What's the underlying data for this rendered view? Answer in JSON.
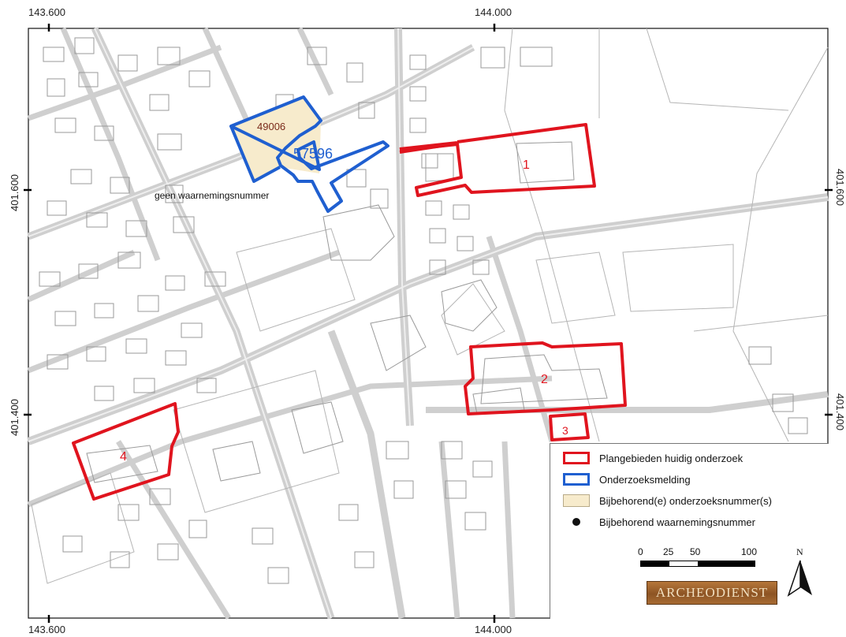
{
  "coordinates": {
    "x_left": "143.600",
    "x_right": "144.000",
    "y_upper": "401.600",
    "y_lower": "401.400"
  },
  "map_labels": {
    "area_1": "1",
    "area_2": "2",
    "area_3": "3",
    "area_4": "4",
    "research_number": "49006",
    "report_number": "57596",
    "no_observation": "geen waarnemingsnummer"
  },
  "legend": {
    "items": [
      {
        "label": "Plangebieden huidig onderzoek",
        "symbol": "red-outline-box",
        "color": "#e0141e"
      },
      {
        "label": "Onderzoeksmelding",
        "symbol": "blue-outline-box",
        "color": "#1f5fd0"
      },
      {
        "label": "Bijbehorend(e) onderzoeksnummer(s)",
        "symbol": "beige-filled-box",
        "color": "#f7ebcc"
      },
      {
        "label": "Bijbehorend waarnemingsnummer",
        "symbol": "black-dot",
        "color": "#000000"
      }
    ]
  },
  "scale_bar": {
    "labels": [
      "0",
      "25",
      "50",
      "100 m"
    ]
  },
  "north_arrow": {
    "label": "N",
    "icon": "north-arrow-icon"
  },
  "logo": {
    "text": "ARCHEODIENST"
  },
  "colors": {
    "plan_area": "#e0141e",
    "report_area": "#1f5fd0",
    "research_fill": "#f7ebcc",
    "streets": "#c8c8c8",
    "buildings": "#9a9a9a"
  }
}
